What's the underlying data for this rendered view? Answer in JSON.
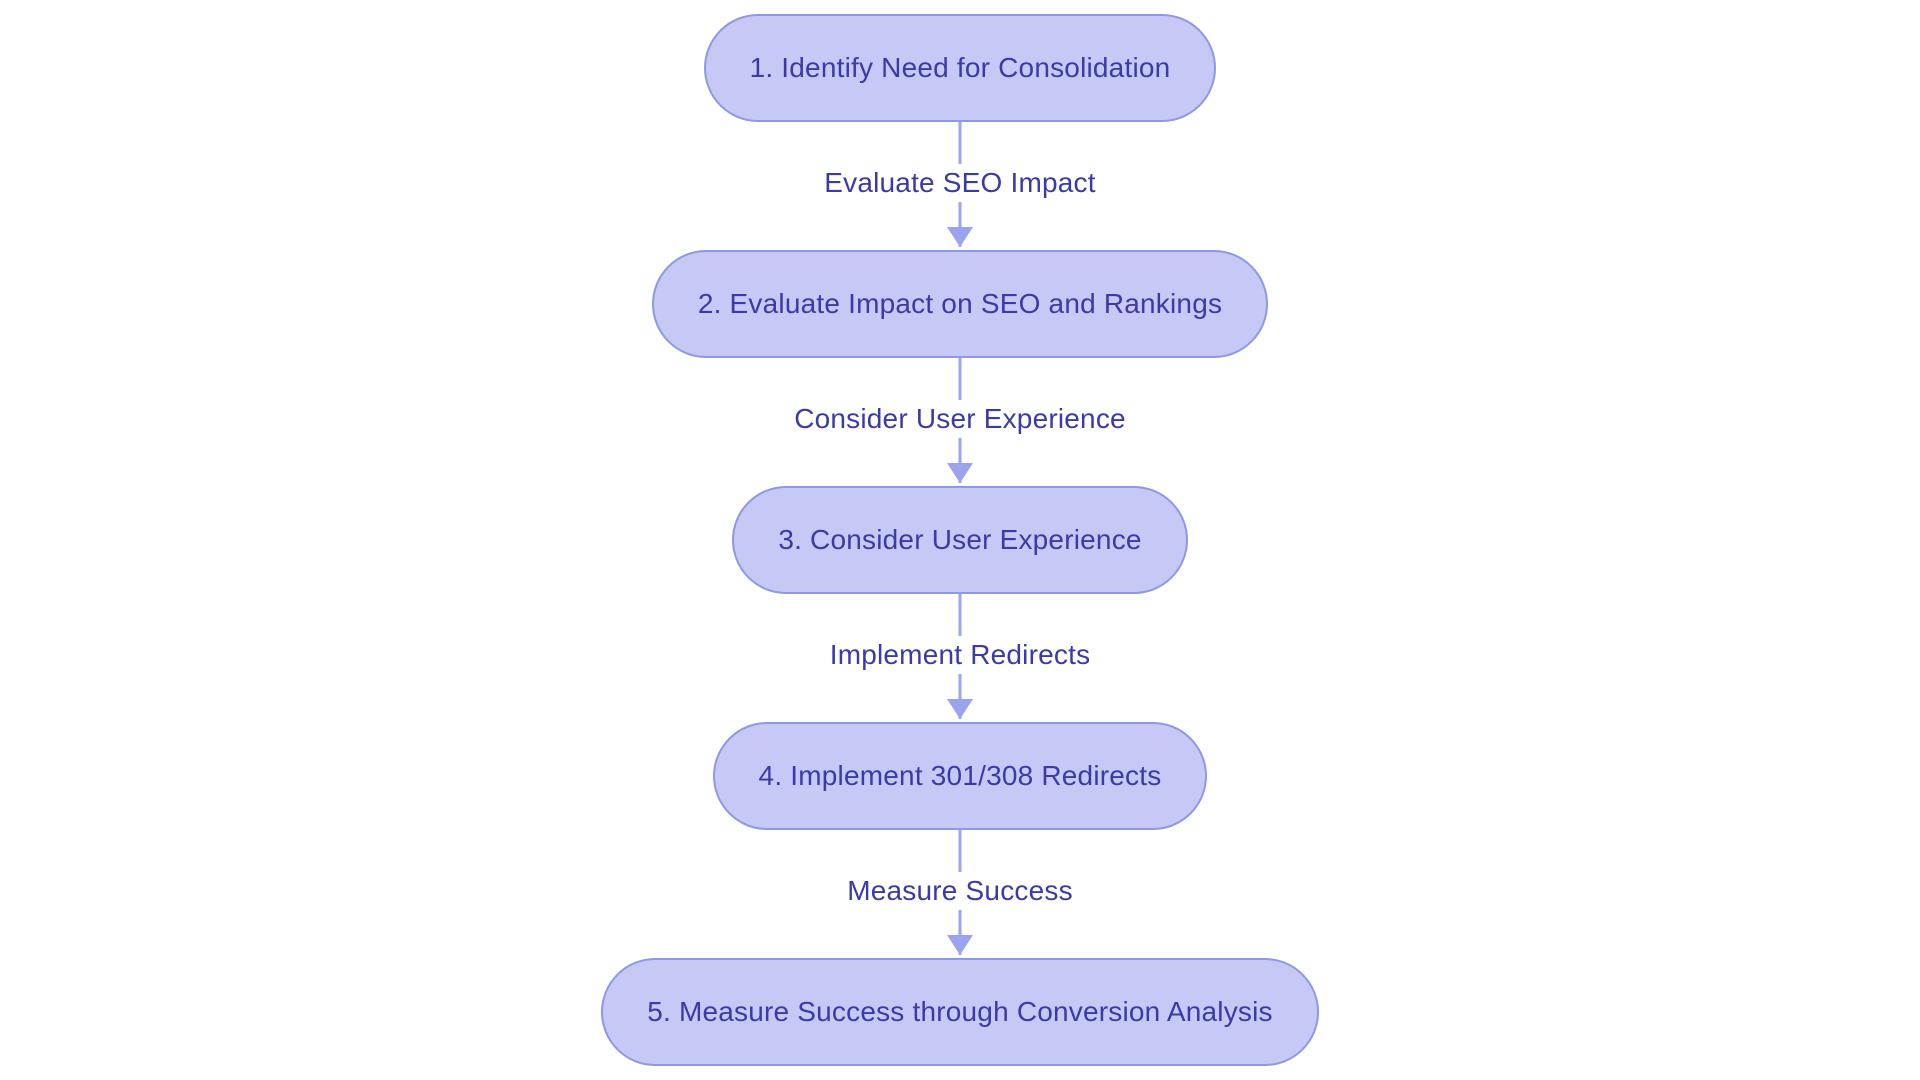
{
  "colors": {
    "background": "#ffffff",
    "node_fill": "#c6c9f5",
    "node_border": "#8d98e6",
    "node_text": "#3a3aa8",
    "edge_text": "#3a3aa8",
    "arrow": "#9aa4ee"
  },
  "flowchart": {
    "nodes": [
      {
        "label": "1. Identify Need for Consolidation"
      },
      {
        "label": "2. Evaluate Impact on SEO and Rankings"
      },
      {
        "label": "3. Consider User Experience"
      },
      {
        "label": "4. Implement 301/308 Redirects"
      },
      {
        "label": "5. Measure Success through Conversion Analysis"
      }
    ],
    "edges": [
      {
        "label": "Evaluate SEO Impact"
      },
      {
        "label": "Consider User Experience"
      },
      {
        "label": "Implement Redirects"
      },
      {
        "label": "Measure Success"
      }
    ]
  }
}
